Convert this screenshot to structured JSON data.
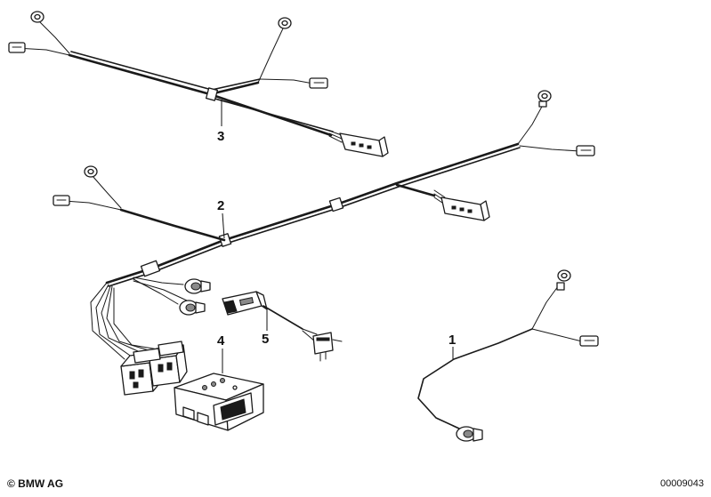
{
  "callouts": {
    "p1": "1",
    "p2": "2",
    "p3": "3",
    "p4": "4",
    "p5": "5"
  },
  "footer": {
    "copyright": "© BMW AG",
    "doc_number": "00009043"
  }
}
